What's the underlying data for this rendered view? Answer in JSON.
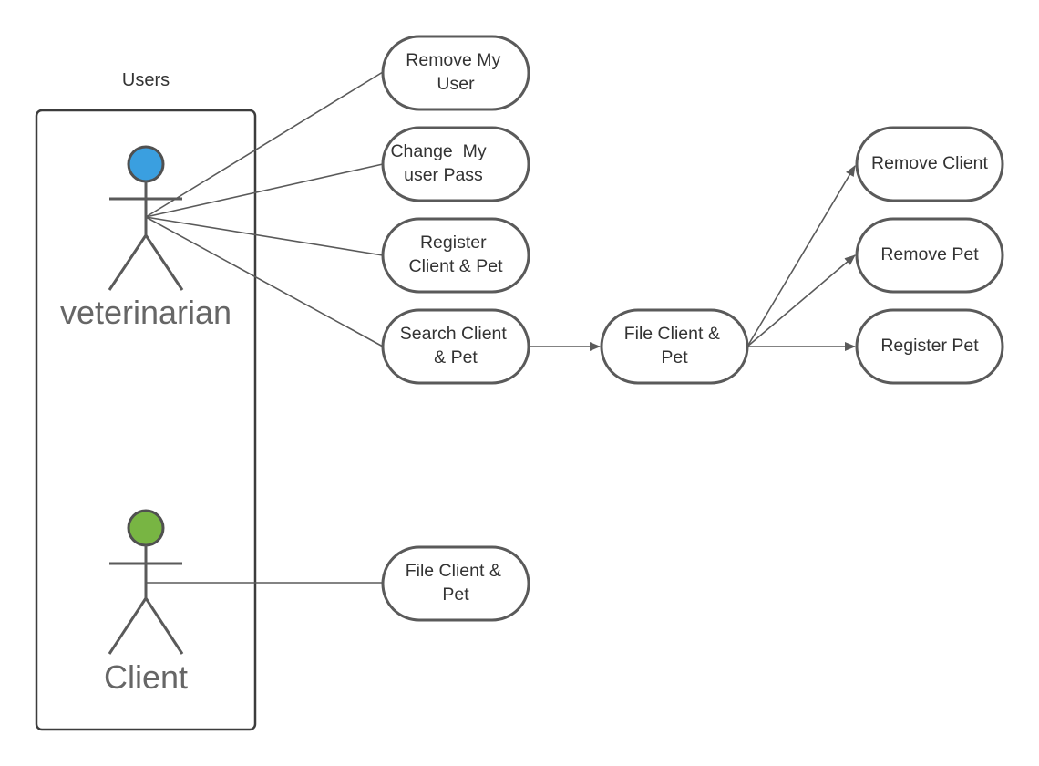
{
  "group": {
    "title": "Users"
  },
  "actors": {
    "veterinarian": {
      "label": "veterinarian",
      "head_color": "#3a9fe0"
    },
    "client": {
      "label": "Client",
      "head_color": "#78b543"
    }
  },
  "use_cases": {
    "remove_my_user": {
      "lines": [
        "Remove My",
        "User"
      ]
    },
    "change_my_user_pass": {
      "lines": [
        "Change  My",
        "user Pass"
      ]
    },
    "register_client_pet": {
      "lines": [
        "Register",
        "Client & Pet"
      ]
    },
    "search_client_pet": {
      "lines": [
        "Search Client",
        "& Pet"
      ]
    },
    "file_client_pet": {
      "lines": [
        "File Client &",
        "Pet"
      ]
    },
    "remove_client": {
      "lines": [
        "Remove Client"
      ]
    },
    "remove_pet": {
      "lines": [
        "Remove Pet"
      ]
    },
    "register_pet": {
      "lines": [
        "Register Pet"
      ]
    },
    "client_file_client_pet": {
      "lines": [
        "File Client &",
        "Pet"
      ]
    }
  },
  "colors": {
    "line": "#5a5a5a",
    "text": "#333333",
    "actor_label": "#666666"
  }
}
